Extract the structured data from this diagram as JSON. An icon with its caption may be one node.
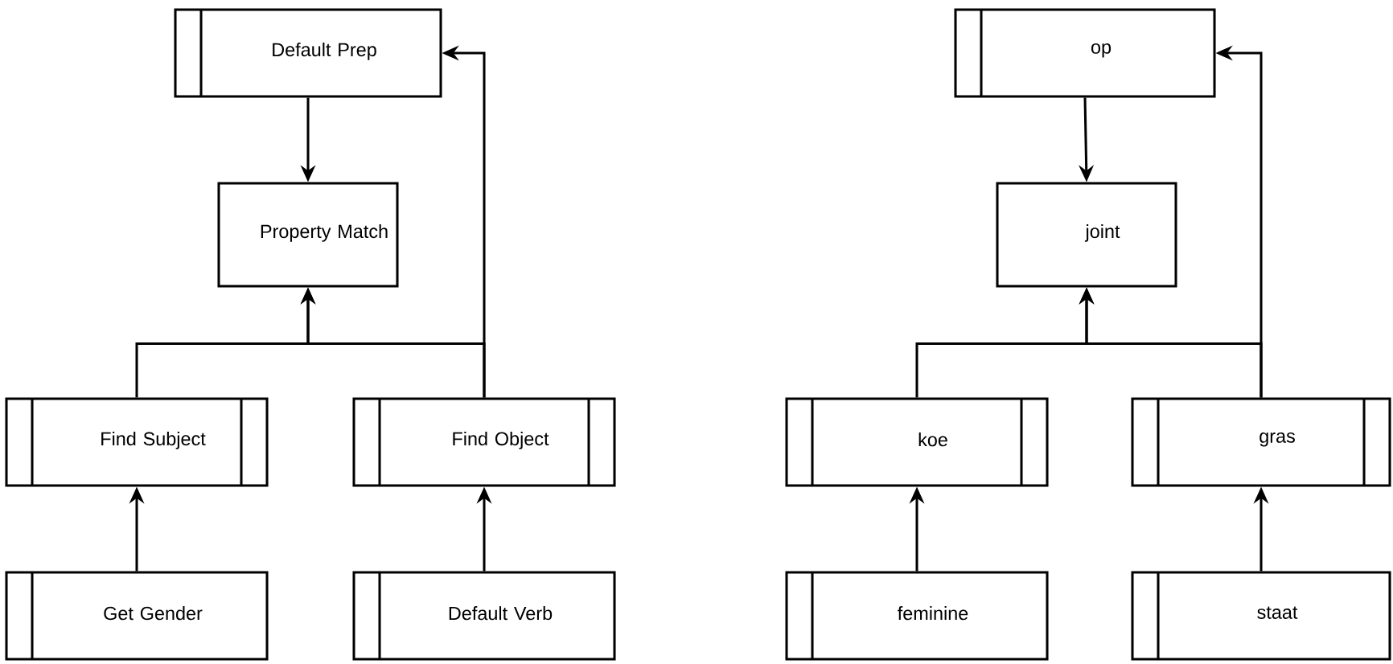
{
  "diagram": {
    "nodes": [
      {
        "text": [
          "Default Prep"
        ]
      },
      {
        "text": [
          "Property Match"
        ]
      },
      {
        "text": [
          "Find Subject"
        ]
      },
      {
        "text": [
          "Find Object"
        ]
      },
      {
        "text": [
          "Get Gender"
        ]
      },
      {
        "text": [
          "Default Verb"
        ]
      },
      {
        "text": [
          "op"
        ]
      },
      {
        "text": [
          "joint"
        ]
      },
      {
        "text": [
          "koe"
        ]
      },
      {
        "text": [
          "gras"
        ]
      },
      {
        "text": [
          "feminine"
        ]
      },
      {
        "text": [
          "staat"
        ]
      }
    ],
    "edges": [
      {
        "from": 0,
        "to": 1,
        "arrow": "to"
      },
      {
        "from": 2,
        "to": 1,
        "arrow": "to"
      },
      {
        "from": 3,
        "to": 1,
        "arrow": "to"
      },
      {
        "from": 3,
        "to": 0,
        "arrow": "to"
      },
      {
        "from": 4,
        "to": 2,
        "arrow": "to"
      },
      {
        "from": 5,
        "to": 3,
        "arrow": "to"
      },
      {
        "from": 6,
        "to": 7,
        "arrow": "to"
      },
      {
        "from": 8,
        "to": 7,
        "arrow": "to"
      },
      {
        "from": 9,
        "to": 7,
        "arrow": "to"
      },
      {
        "from": 9,
        "to": 6,
        "arrow": "to"
      },
      {
        "from": 10,
        "to": 8,
        "arrow": "to"
      },
      {
        "from": 11,
        "to": 9,
        "arrow": "to"
      }
    ]
  }
}
